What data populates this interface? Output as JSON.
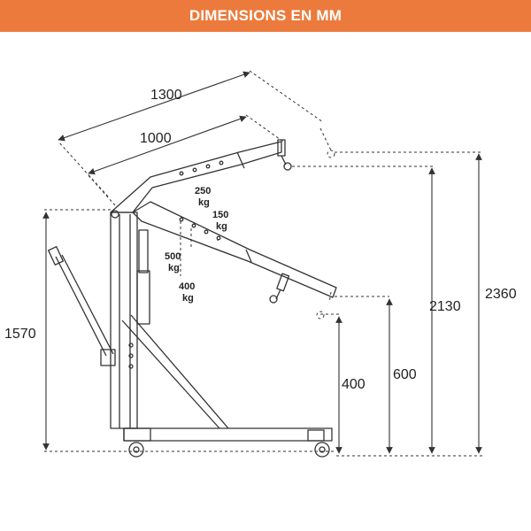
{
  "header": {
    "title": "DIMENSIONS EN MM"
  },
  "dimensions": {
    "boom_length_extended": "1300",
    "boom_length_retracted": "1000",
    "mast_height": "1570",
    "max_height_extended": "2360",
    "max_height_retracted": "2130",
    "low_hook_height_1": "600",
    "low_hook_height_2": "400"
  },
  "loads": [
    {
      "value": "250",
      "unit": "kg"
    },
    {
      "value": "150",
      "unit": "kg"
    },
    {
      "value": "500",
      "unit": "kg"
    },
    {
      "value": "400",
      "unit": "kg"
    }
  ],
  "colors": {
    "header_bg": "#ec7a3c",
    "header_text": "#ffffff",
    "line": "#333333"
  }
}
